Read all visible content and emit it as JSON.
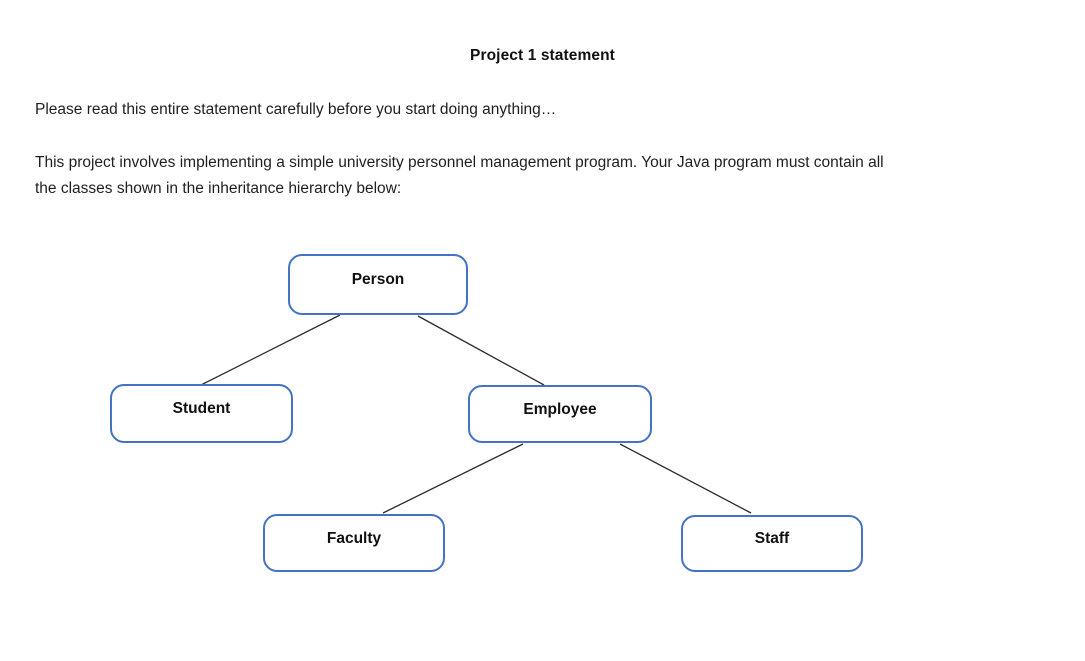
{
  "document": {
    "title": "Project 1 statement",
    "intro": "Please read this entire statement carefully before you start doing anything…",
    "body_line1": "This project involves implementing a simple university personnel management program. Your Java program must contain all",
    "body_line2": "the classes shown in the inheritance hierarchy below:"
  },
  "diagram": {
    "type": "inheritance-hierarchy",
    "node_border_color": "#4472C4",
    "node_fill_color": "#ffffff",
    "connector_color": "#2b2b2b",
    "nodes": [
      {
        "id": "person",
        "label": "Person"
      },
      {
        "id": "student",
        "label": "Student"
      },
      {
        "id": "employee",
        "label": "Employee"
      },
      {
        "id": "faculty",
        "label": "Faculty"
      },
      {
        "id": "staff",
        "label": "Staff"
      }
    ],
    "edges": [
      {
        "from": "Person",
        "to": "Student"
      },
      {
        "from": "Person",
        "to": "Employee"
      },
      {
        "from": "Employee",
        "to": "Faculty"
      },
      {
        "from": "Employee",
        "to": "Staff"
      }
    ]
  }
}
